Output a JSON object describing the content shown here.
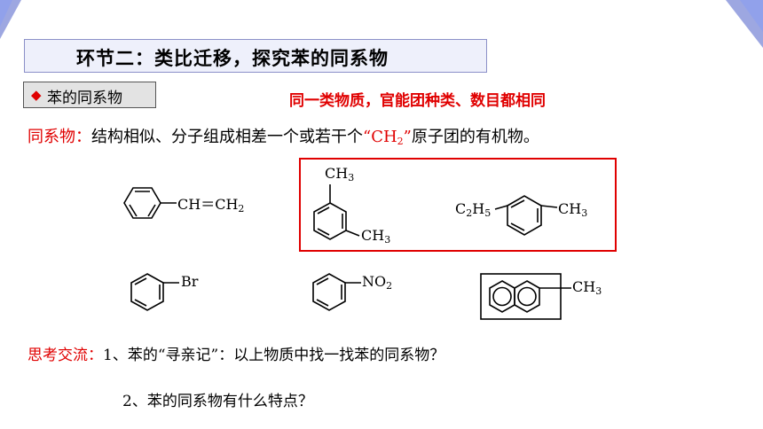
{
  "header": {
    "title": "环节二：类比迁移，探究苯的同系物"
  },
  "section_tag": {
    "marker": "◆",
    "label": "苯的同系物"
  },
  "note": "同一类物质，官能团种类、数目都相同",
  "definition": {
    "term": "同系物：",
    "text_before": "结构相似、分子组成相差一个或若干个",
    "quote_open": "“CH",
    "quote_sub": "2",
    "quote_close": "”",
    "text_after": "原子团的有机物。"
  },
  "molecules": {
    "styrene": {
      "main": "CH＝CH",
      "sub": "2"
    },
    "toluene_top": {
      "main": "CH",
      "sub": "3"
    },
    "toluene_bottom": {
      "main": "CH",
      "sub": "3"
    },
    "ethyltoluene_left": {
      "main1": "C",
      "sub1": "2",
      "main2": "H",
      "sub2": "5"
    },
    "ethyltoluene_right": {
      "main": "CH",
      "sub": "3"
    },
    "bromobenzene": {
      "main": "Br"
    },
    "nitrobenzene": {
      "main": "NO",
      "sub": "2"
    },
    "methylnaphthalene": {
      "main": "CH",
      "sub": "3"
    }
  },
  "discussion": {
    "label": "思考交流：",
    "q1": "1、苯的“寻亲记”：以上物质中找一找苯的同系物？",
    "q2": "2、苯的同系物有什么特点？"
  },
  "colors": {
    "accent_red": "#e00000",
    "title_bg": "#eef0fb",
    "title_border": "#8b8fc8",
    "corner_blue": "#4c5fc9"
  }
}
